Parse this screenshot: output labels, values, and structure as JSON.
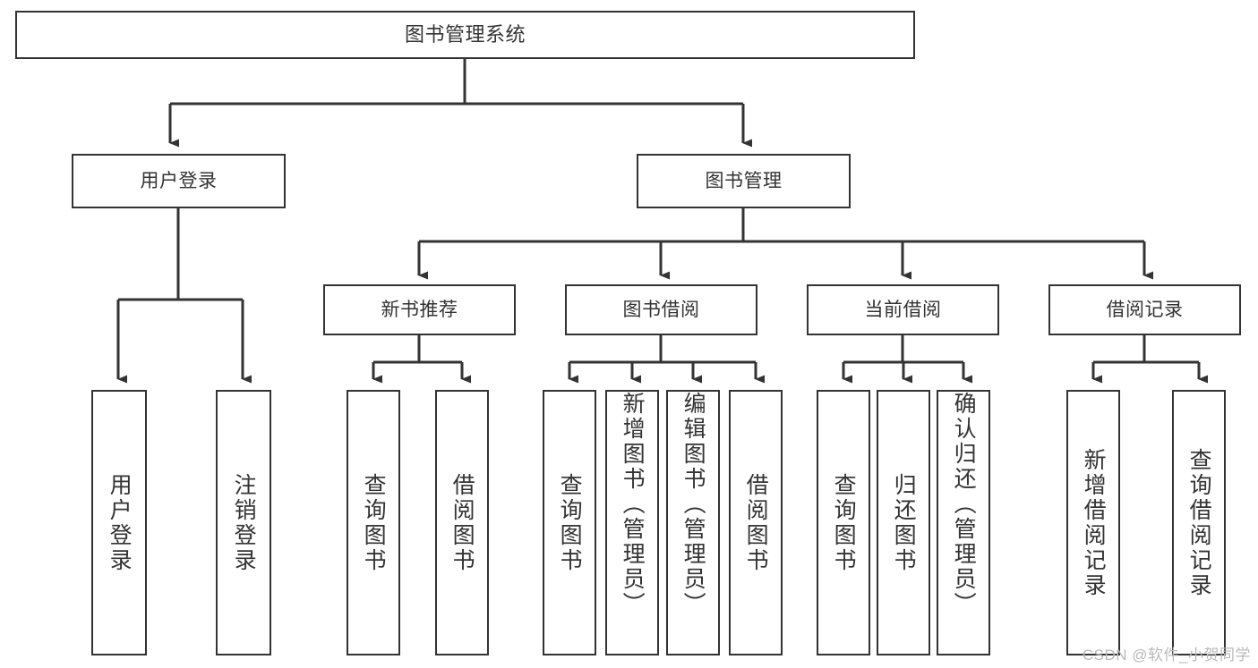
{
  "diagram": {
    "type": "tree",
    "title": "图书管理系统",
    "root": {
      "label": "图书管理系统",
      "level": 0
    },
    "level1": [
      {
        "label": "用户登录"
      },
      {
        "label": "图书管理"
      }
    ],
    "level2": [
      {
        "label": "新书推荐",
        "parent": "图书管理"
      },
      {
        "label": "图书借阅",
        "parent": "图书管理"
      },
      {
        "label": "当前借阅",
        "parent": "图书管理"
      },
      {
        "label": "借阅记录",
        "parent": "图书管理"
      }
    ],
    "leaves": {
      "user_login": [
        {
          "label": "用户登录"
        },
        {
          "label": "注销登录"
        }
      ],
      "new_book_recommend": [
        {
          "label": "查询图书"
        },
        {
          "label": "借阅图书"
        }
      ],
      "book_borrow": [
        {
          "label": "查询图书"
        },
        {
          "label": "新增图书（管理员）"
        },
        {
          "label": "编辑图书（管理员）"
        },
        {
          "label": "借阅图书"
        }
      ],
      "current_borrow": [
        {
          "label": "查询图书"
        },
        {
          "label": "归还图书"
        },
        {
          "label": "确认归还（管理员）"
        }
      ],
      "borrow_record": [
        {
          "label": "新增借阅记录"
        },
        {
          "label": "查询借阅记录"
        }
      ]
    }
  },
  "watermark": {
    "text": "CSDN @软件_小贺同学"
  },
  "colors": {
    "stroke": "#333333",
    "background": "#ffffff",
    "text": "#333333",
    "watermark": "#b9b9b9"
  }
}
